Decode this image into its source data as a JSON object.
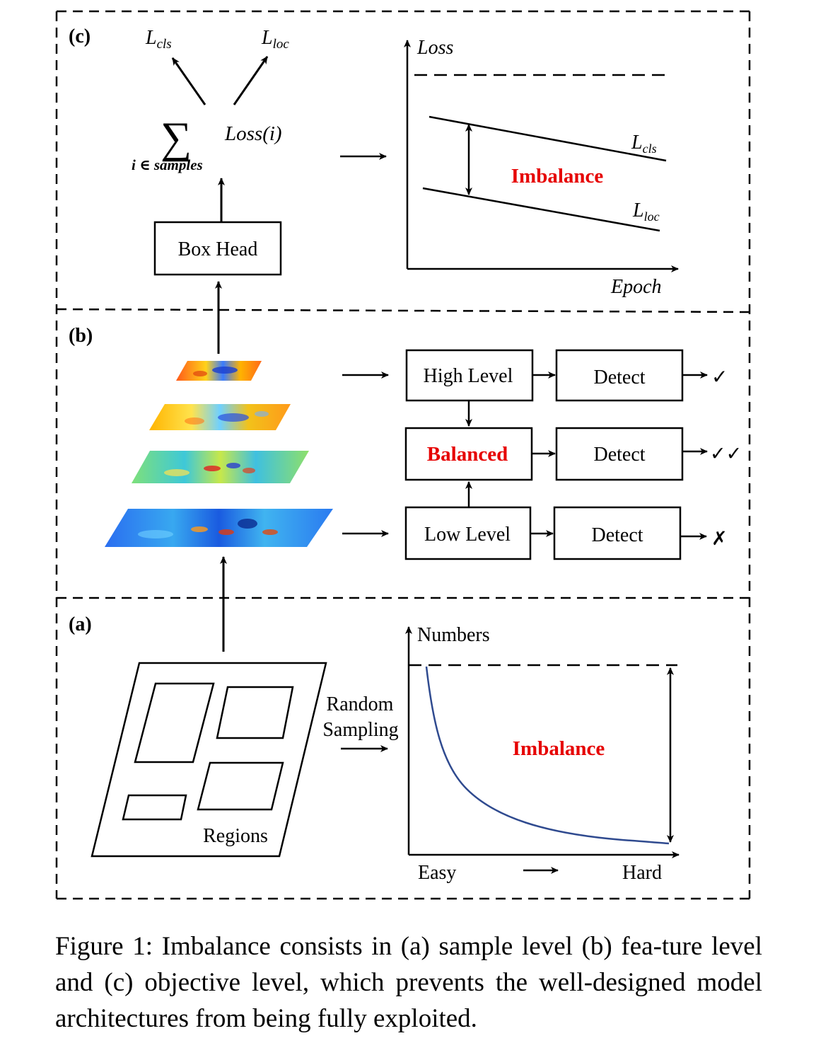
{
  "panels": {
    "c": {
      "label": "(c)",
      "loss_cls": {
        "main": "L",
        "sub": "cls"
      },
      "loss_loc": {
        "main": "L",
        "sub": "loc"
      },
      "sum_symbol": "∑",
      "sum_index": "i ∈ samples",
      "sum_term": "Loss(i)",
      "box_head": "Box Head",
      "chart": {
        "y_axis_label": "Loss",
        "x_axis_label": "Epoch",
        "annotation": "Imbalance",
        "line_cls": {
          "main": "L",
          "sub": "cls"
        },
        "line_loc": {
          "main": "L",
          "sub": "loc"
        }
      }
    },
    "b": {
      "label": "(b)",
      "high_level": "High Level",
      "balanced": "Balanced",
      "low_level": "Low Level",
      "detect": "Detect",
      "mark_high": "✓",
      "mark_balanced": "✓✓",
      "mark_low": "✗"
    },
    "a": {
      "label": "(a)",
      "regions": "Regions",
      "random_sampling_line1": "Random",
      "random_sampling_line2": "Sampling",
      "chart": {
        "y_axis_label": "Numbers",
        "annotation": "Imbalance",
        "x_left": "Easy",
        "x_right": "Hard"
      }
    }
  },
  "caption": "Figure 1: Imbalance consists in (a) sample level (b) fea-ture level and (c) objective level, which prevents the well-designed model architectures from being fully exploited.",
  "colors": {
    "accent_red": "#e60000",
    "curve_blue": "#2f4a8f"
  }
}
